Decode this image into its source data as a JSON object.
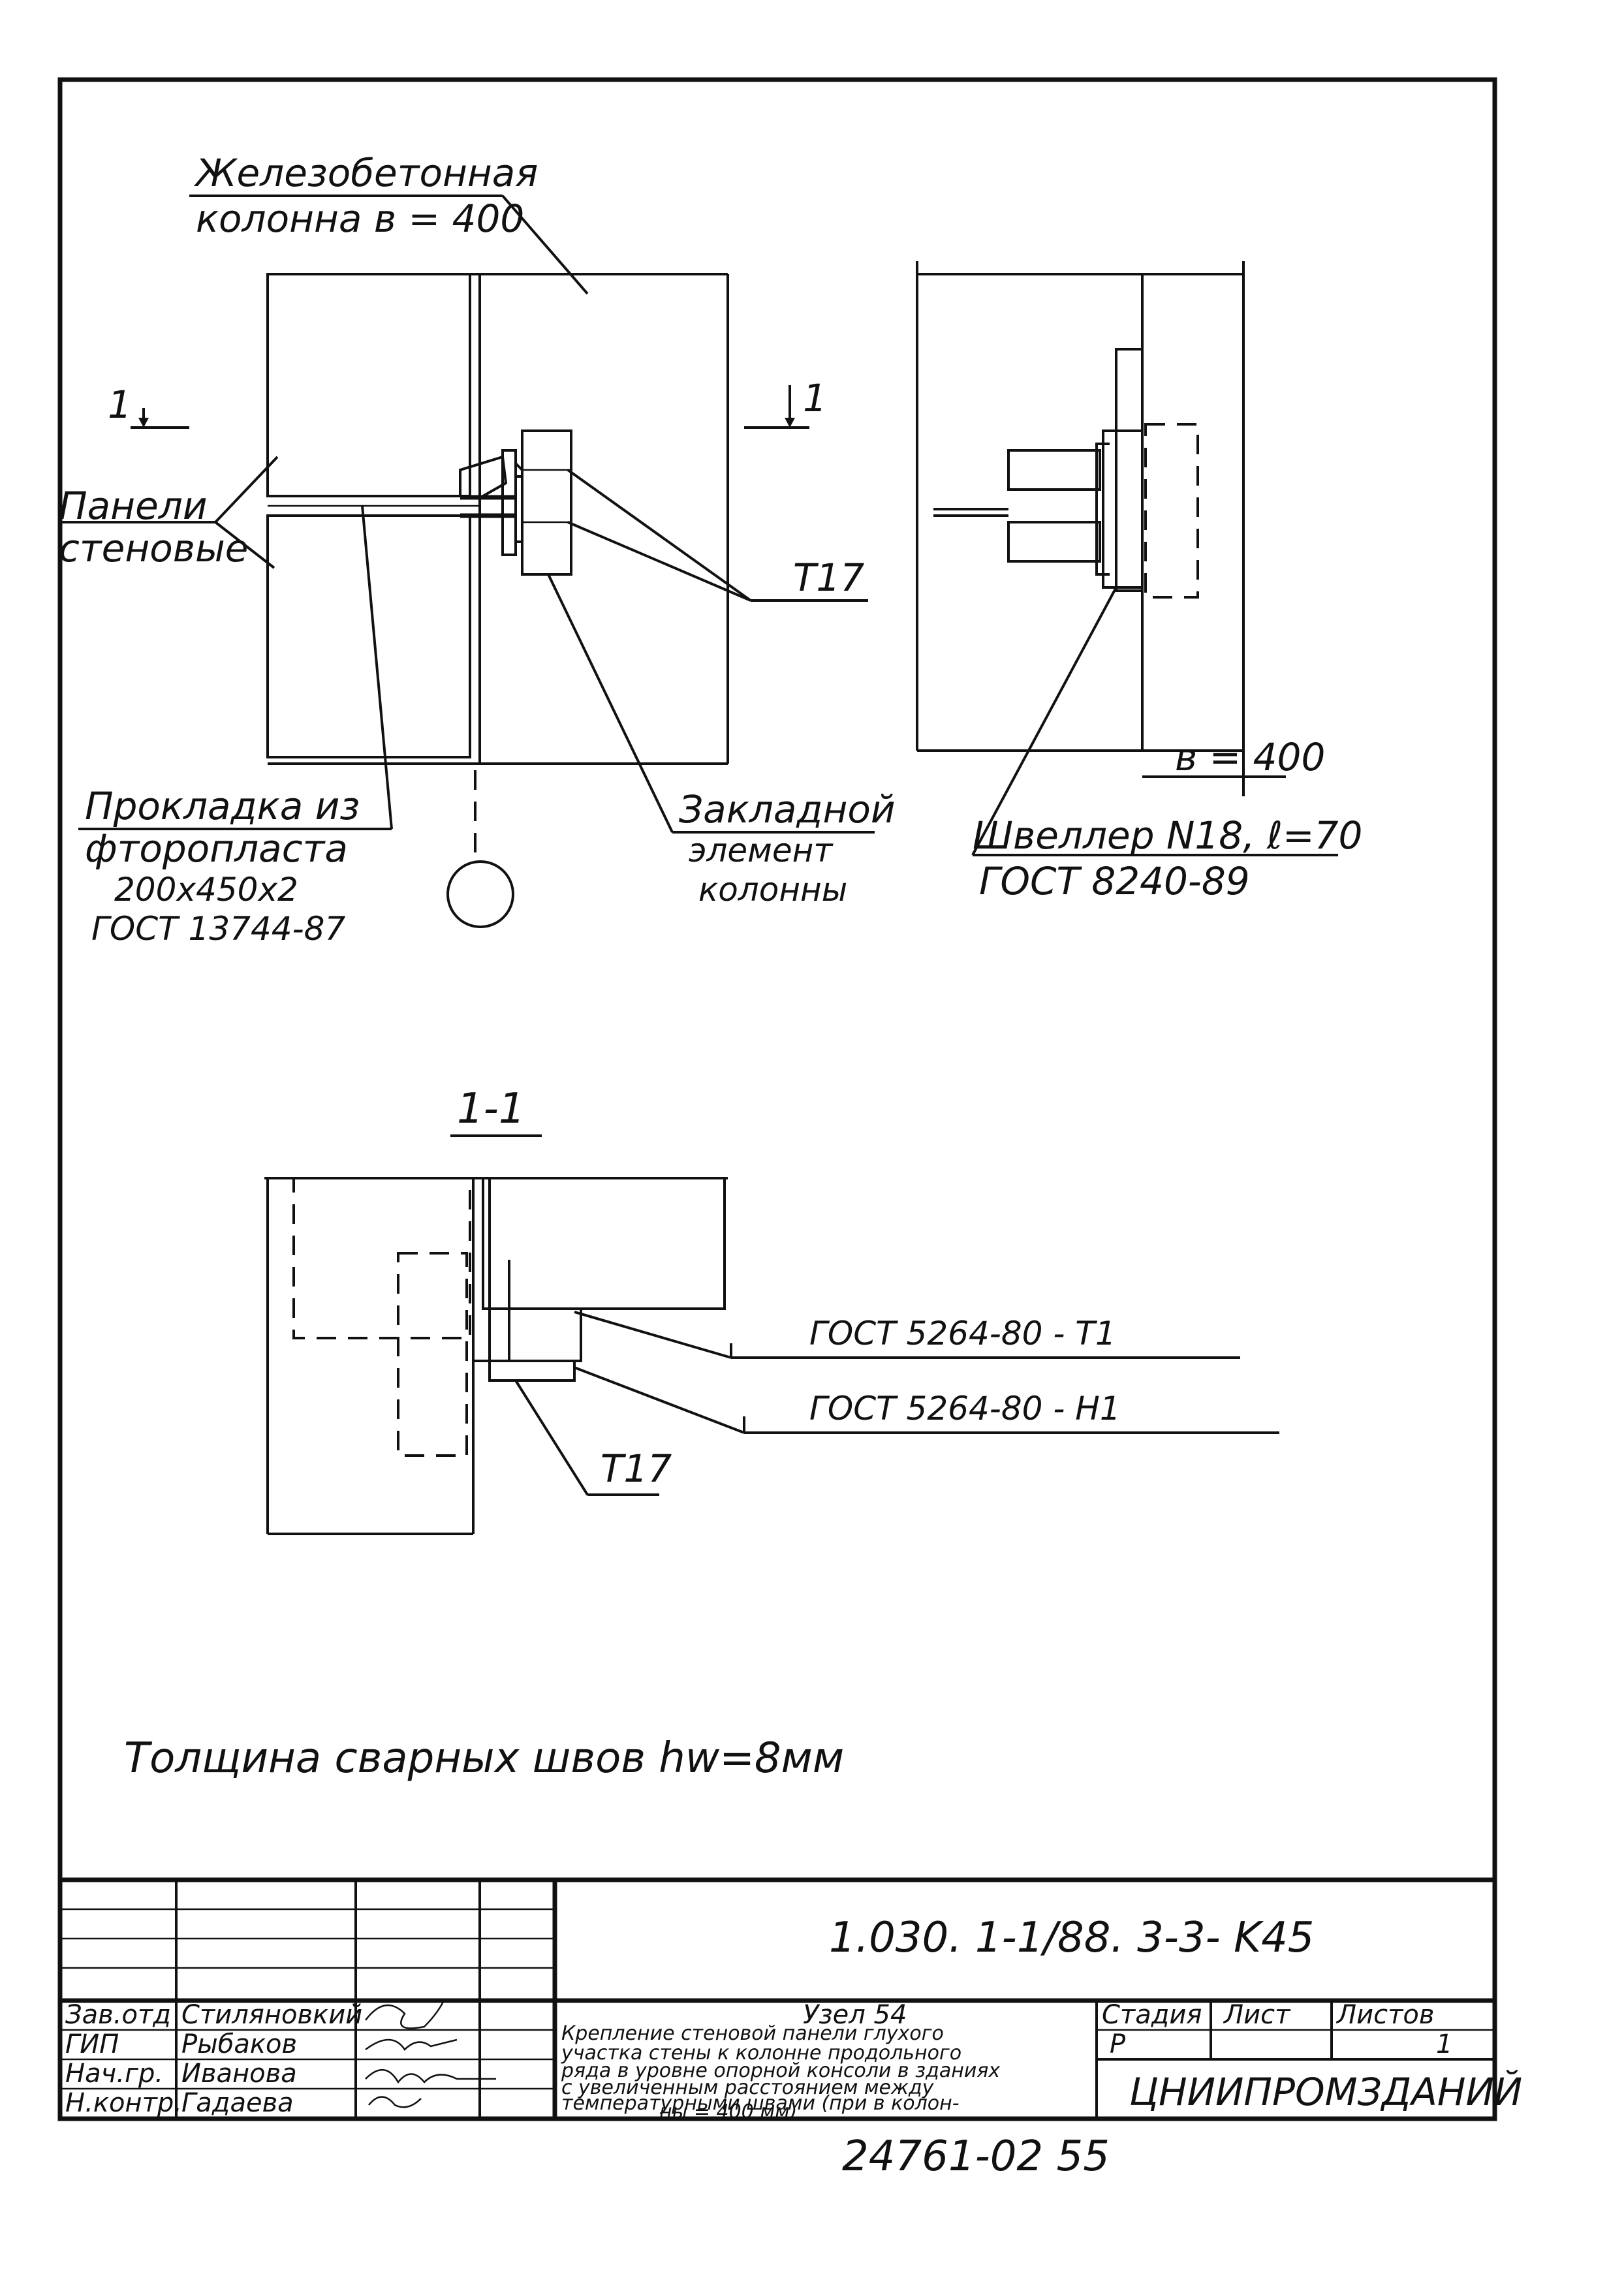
{
  "elevation_view": {
    "column_label": [
      "Железобетонная",
      "колонна в = 400"
    ],
    "panels_label": [
      "Панели",
      "стеновые"
    ],
    "gasket_label": [
      "Прокладка из",
      "фторопласта",
      "200х450х2",
      "ГОСТ 13744-87"
    ],
    "embedded_label": [
      "Закладной",
      "элемент",
      "колонны"
    ],
    "weld_mark": "T17",
    "section_mark_left": "1",
    "section_mark_right": "1"
  },
  "side_view": {
    "width_label": "в = 400",
    "channel_label": [
      "Швеллер  N18, ℓ=70",
      "ГОСТ 8240-89"
    ]
  },
  "section_view": {
    "title": "1-1",
    "weld_t1": "ГОСТ  5264-80 - Т1",
    "weld_h1": "ГОСТ  5264-80 -  Н1",
    "weld_mark": "T17"
  },
  "weld_note": "Толщина  сварных  швов  hw=8мм",
  "title_block": {
    "document_code": "1.030. 1-1/88. 3-3- K45",
    "roles": [
      "Зав.отд",
      "ГИП",
      "Нач.гр.",
      "Н.контр."
    ],
    "names": [
      "Стиляновкий",
      "Рыбаков",
      "Иванова",
      "Гадаева"
    ],
    "node_title": "Узел 54",
    "description": [
      "Крепление стеновой панели глухого",
      "участка стены к колонне продольного",
      "ряда в уровне опорной консоли в зданиях",
      "с увеличенным расстоянием  между",
      "температурными швами (при в колон-",
      "ны  = 400 мм)"
    ],
    "stage_header": "Стадия",
    "sheet_header": "Лист",
    "sheets_header": "Листов",
    "stage_value": "Р",
    "sheets_value": "1",
    "organization": "ЦНИИПРОМЗДАНИЙ",
    "inventory_number": "24761-02  55"
  }
}
